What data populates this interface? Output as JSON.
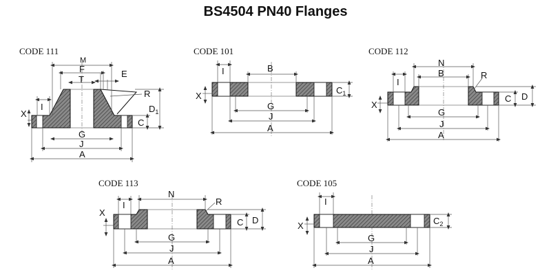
{
  "title": "BS4504 PN40 Flanges",
  "codes": {
    "c111": "CODE 111",
    "c101": "CODE 101",
    "c112": "CODE 112",
    "c113": "CODE 113",
    "c105": "CODE 105"
  },
  "dims": {
    "M": "M",
    "F": "F",
    "T": "T",
    "E": "E",
    "R": "R",
    "D1": "D",
    "D1_sub": "1",
    "X": "X",
    "I": "I",
    "C": "C",
    "C1_sub": "1",
    "C2_sub": "2",
    "G": "G",
    "J": "J",
    "A": "A",
    "B": "B",
    "N": "N",
    "D": "D"
  }
}
